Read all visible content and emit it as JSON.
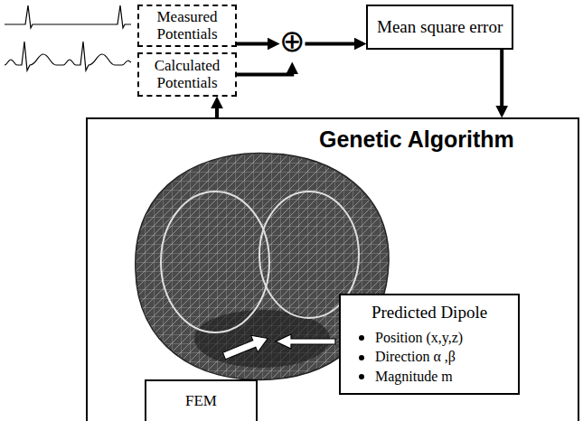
{
  "diagram": {
    "nodes": [
      {
        "text": [
          "Measured Potentials"
        ]
      },
      {
        "text": [
          "Calculated Potentials"
        ]
      },
      {
        "text": [
          "⊕"
        ]
      },
      {
        "text": [
          "Mean square error"
        ]
      },
      {
        "text": [
          "Genetic Algorithm"
        ]
      },
      {
        "text": [
          "Predicted Dipole",
          "Position (x,y,z)",
          "Direction α ,β",
          "Magnitude m"
        ],
        "in": 4
      },
      {
        "text": [
          "FEM"
        ],
        "in": 4
      }
    ],
    "edges": [
      {
        "from": 0,
        "to": 2,
        "arrow": "to"
      },
      {
        "from": 1,
        "to": 2,
        "arrow": "to"
      },
      {
        "from": 2,
        "to": 3,
        "arrow": "to"
      },
      {
        "from": 3,
        "to": 4,
        "arrow": "to"
      },
      {
        "from": 4,
        "to": 1,
        "arrow": "to"
      }
    ]
  }
}
